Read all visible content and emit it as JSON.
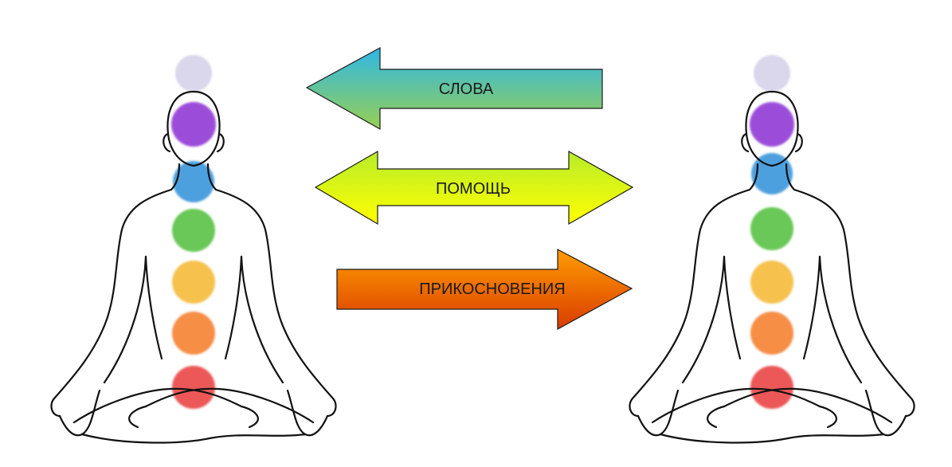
{
  "arrows": [
    {
      "id": "slova",
      "label": "СЛОВА",
      "direction": "left",
      "colors": [
        "#2fb7e6",
        "#98cf52"
      ]
    },
    {
      "id": "pomosch",
      "label": "ПОМОЩЬ",
      "direction": "both",
      "colors": [
        "#b8ec2a",
        "#ffff00"
      ]
    },
    {
      "id": "prikosnoveniya",
      "label": "ПРИКОСНОВЕНИЯ",
      "direction": "right",
      "colors": [
        "#ff9d00",
        "#d93b00"
      ]
    }
  ],
  "chakra_colors": [
    "#e93b3b",
    "#f57a27",
    "#f5b72f",
    "#4fbe3a",
    "#2f8fd8",
    "#8a2fd2",
    "#d4cfe8"
  ],
  "figures": [
    {
      "id": "left",
      "name": "left-meditating-figure"
    },
    {
      "id": "right",
      "name": "right-meditating-figure"
    }
  ]
}
